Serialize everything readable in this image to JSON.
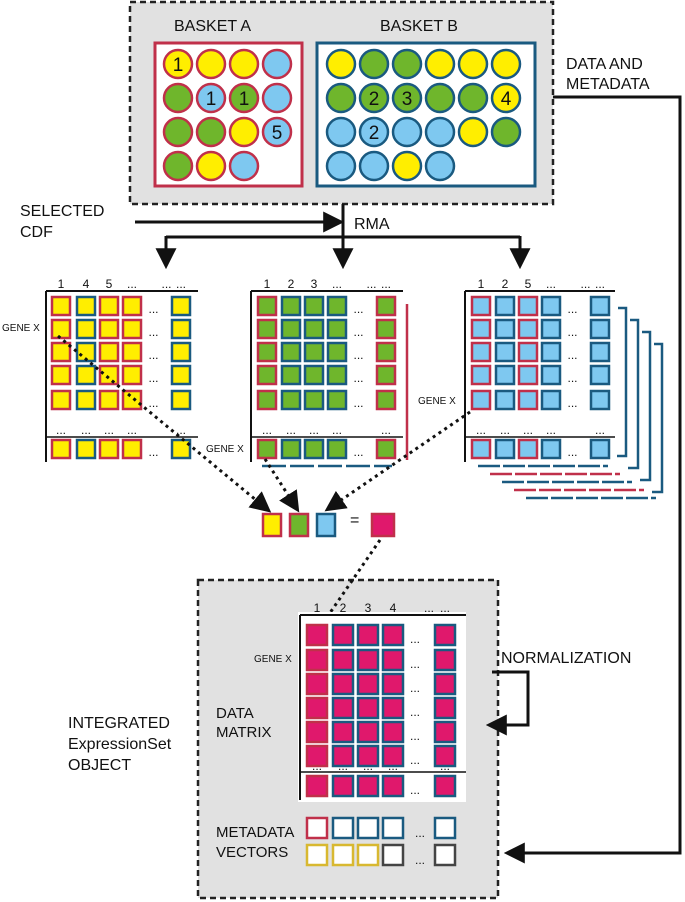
{
  "labels": {
    "basket_a": "BASKET A",
    "basket_b": "BASKET B",
    "data_and": "DATA AND",
    "metadata": "METADATA",
    "selected": "SELECTED",
    "cdf": "CDF",
    "rma": "RMA",
    "gene_x": "GENE X",
    "normalization": "NORMALIZATION",
    "integrated": "INTEGRATED",
    "expressionset": "ExpressionSet",
    "object": "OBJECT",
    "data": "DATA",
    "matrix": "MATRIX",
    "metadata_word": "METADATA",
    "vectors": "VECTORS",
    "ellipsis": "...",
    "equals": "="
  },
  "basket_a": {
    "rows": [
      [
        {
          "c": "Y",
          "n": "1"
        },
        {
          "c": "Y"
        },
        {
          "c": "Y"
        },
        {
          "c": "B"
        }
      ],
      [
        {
          "c": "G"
        },
        {
          "c": "B",
          "n": "1"
        },
        {
          "c": "G",
          "n": "1"
        },
        {
          "c": "B"
        }
      ],
      [
        {
          "c": "G"
        },
        {
          "c": "G"
        },
        {
          "c": "Y"
        },
        {
          "c": "B",
          "n": "5"
        }
      ],
      [
        {
          "c": "G"
        },
        {
          "c": "Y"
        },
        {
          "c": "B"
        }
      ]
    ]
  },
  "basket_b": {
    "rows": [
      [
        {
          "c": "Y"
        },
        {
          "c": "G"
        },
        {
          "c": "G"
        },
        {
          "c": "Y"
        },
        {
          "c": "Y"
        },
        {
          "c": "Y"
        }
      ],
      [
        {
          "c": "G"
        },
        {
          "c": "G",
          "n": "2"
        },
        {
          "c": "G",
          "n": "3"
        },
        {
          "c": "G"
        },
        {
          "c": "G"
        },
        {
          "c": "Y",
          "n": "4"
        }
      ],
      [
        {
          "c": "B"
        },
        {
          "c": "B",
          "n": "2"
        },
        {
          "c": "B"
        },
        {
          "c": "B"
        },
        {
          "c": "Y"
        },
        {
          "c": "G"
        }
      ],
      [
        {
          "c": "B"
        },
        {
          "c": "B"
        },
        {
          "c": "Y"
        },
        {
          "c": "B"
        }
      ]
    ]
  },
  "matrix_yellow": {
    "cols": [
      "1",
      "4",
      "5",
      "...",
      "...",
      "..."
    ]
  },
  "matrix_green": {
    "cols": [
      "1",
      "2",
      "3",
      "...",
      "...",
      "..."
    ]
  },
  "matrix_blue": {
    "cols": [
      "1",
      "2",
      "5",
      "...",
      "...",
      "..."
    ]
  },
  "matrix_final": {
    "cols": [
      "1",
      "2",
      "3",
      "4",
      "...",
      "..."
    ]
  },
  "colors": {
    "yellow": "#ffee00",
    "green": "#6fb62c",
    "blue": "#7ec8f0",
    "magenta": "#e0186c",
    "border_red": "#c0304a",
    "border_navy": "#1a5a80",
    "metadata_gold": "#d8b830",
    "metadata_dark": "#444444",
    "panel_grey": "#e1e1e1"
  }
}
